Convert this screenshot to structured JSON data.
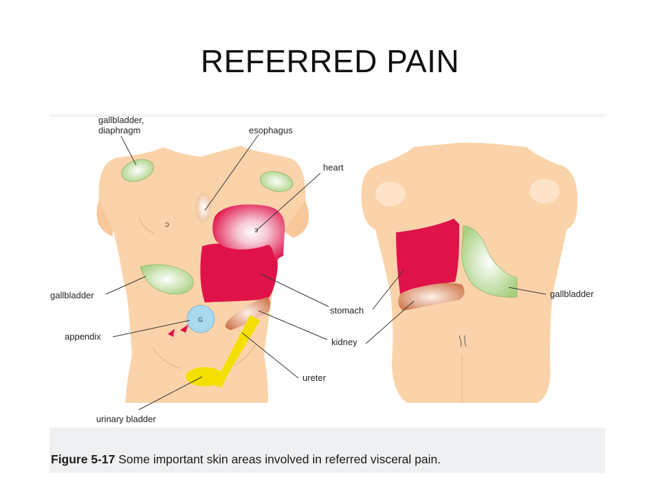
{
  "title": "REFERRED PAIN",
  "labels": {
    "gallbladder_diaphragm_1": "gallbladder,",
    "gallbladder_diaphragm_2": "diaphragm",
    "esophagus": "esophagus",
    "heart": "heart",
    "gallbladder_front": "gallbladder",
    "stomach": "stomach",
    "appendix": "appendix",
    "kidney": "kidney",
    "ureter": "ureter",
    "urinary_bladder": "urinary bladder",
    "gallbladder_back": "gallbladder"
  },
  "caption": {
    "figure_number": "Figure 5-17",
    "text": " Some important skin areas involved in referred visceral pain."
  },
  "colors": {
    "skin": "#fbd3aa",
    "skin_shadow": "#f2c092",
    "gallbladder": "#b9dd9a",
    "heart_stomach": "#e0124a",
    "kidney": "#d98862",
    "appendix": "#a9d9ef",
    "ureter_bladder": "#f3e000"
  }
}
